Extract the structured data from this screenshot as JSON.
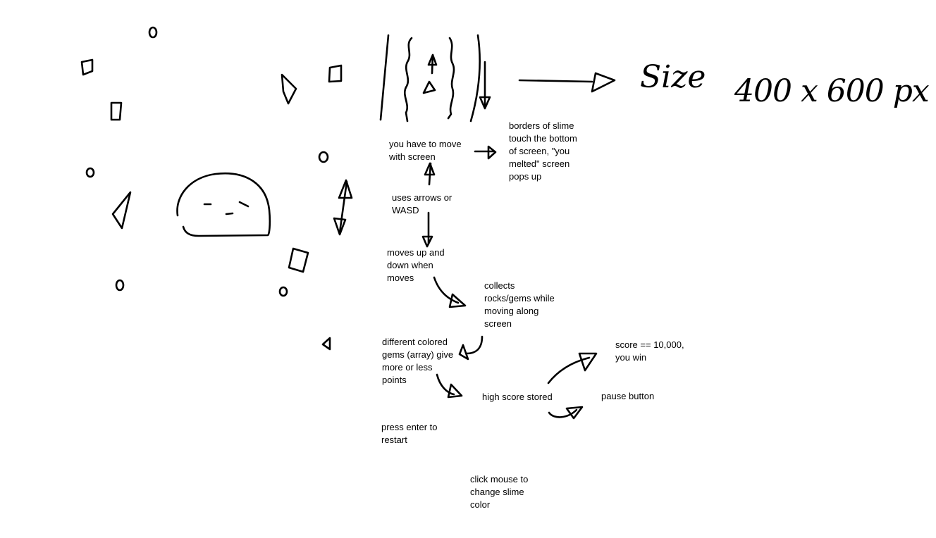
{
  "colors": {
    "ink": "#000000",
    "background": "#ffffff"
  },
  "handwritten": {
    "size_label": "Size",
    "size_value": "400 x 600 px"
  },
  "notes": {
    "move_with_screen": "you have to move\nwith screen",
    "melted": "borders of slime\ntouch the bottom\nof screen, \"you\nmelted\" screen\npops up",
    "controls": "uses arrows or\nWASD",
    "moves_up_down": "moves up and\ndown when\nmoves",
    "collects": "collects\nrocks/gems while\nmoving along\nscreen",
    "gems_points": "different colored\ngems (array) give\nmore or less\npoints",
    "win": "score == 10,000,\nyou win",
    "high_score": "high score stored",
    "pause": "pause button",
    "restart": "press enter to\nrestart",
    "mouse_color": "click mouse to\nchange slime\ncolor"
  },
  "icons": {
    "slime": "slime-blob-icon",
    "gem": "gem-icon",
    "rock": "rock-icon",
    "arrow": "arrow-icon"
  }
}
